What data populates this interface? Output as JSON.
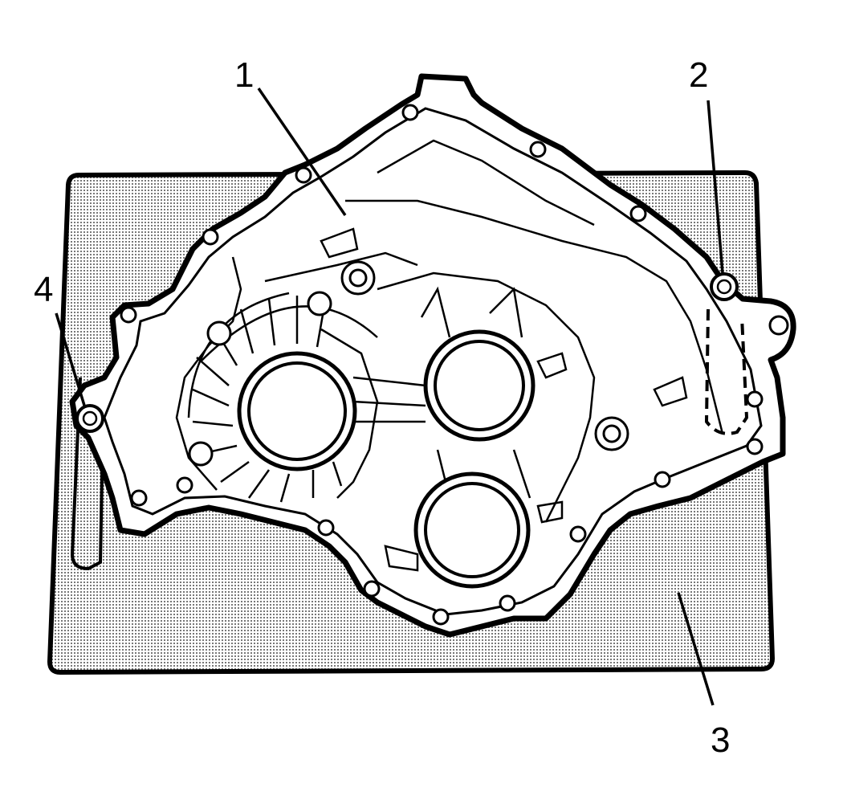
{
  "callouts": {
    "c1": "1",
    "c2": "2",
    "c3": "3",
    "c4": "4"
  },
  "colors": {
    "ink": "#000000",
    "mat_fill": "#d0d0d0",
    "housing_fill": "#ffffff"
  }
}
